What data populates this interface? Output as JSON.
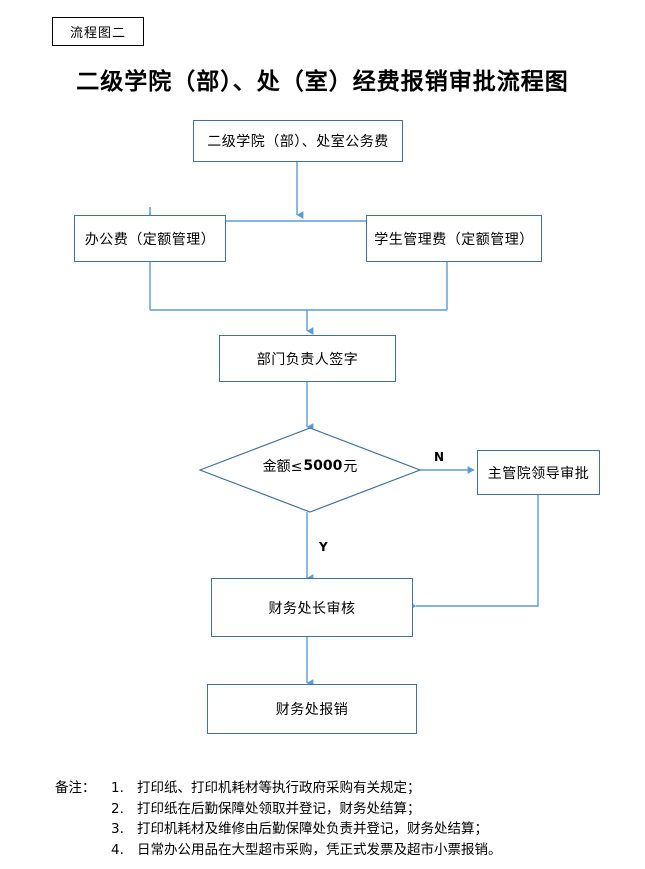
{
  "document": {
    "tag_label": "流程图二",
    "title": "二级学院（部）、处（室）经费报销审批流程图"
  },
  "colors": {
    "node_border": "#41719C",
    "connector": "#5B9BD5",
    "text": "#000000",
    "background": "#FFFFFF"
  },
  "flowchart": {
    "type": "flowchart",
    "nodes": [
      {
        "id": "n1",
        "shape": "rect",
        "label": "二级学院（部）、处室公务费"
      },
      {
        "id": "n2",
        "shape": "rect",
        "label": "办公费（定额管理）"
      },
      {
        "id": "n3",
        "shape": "rect",
        "label": "学生管理费（定额管理）"
      },
      {
        "id": "n4",
        "shape": "rect",
        "label": "部门负责人签字"
      },
      {
        "id": "n5",
        "shape": "diamond",
        "label": "金额≤5000元",
        "label_prefix": "金额≤",
        "label_amount": "5000",
        "label_suffix": "元"
      },
      {
        "id": "n6",
        "shape": "rect",
        "label": "主管院领导审批"
      },
      {
        "id": "n7",
        "shape": "rect",
        "label": "财务处长审核"
      },
      {
        "id": "n8",
        "shape": "rect",
        "label": "财务处报销"
      }
    ],
    "edge_labels": {
      "no": "N",
      "yes": "Y"
    }
  },
  "notes": {
    "lead": "备注：",
    "items": [
      {
        "num": "1.",
        "text": "打印纸、打印机耗材等执行政府采购有关规定；"
      },
      {
        "num": "2.",
        "text": "打印纸在后勤保障处领取并登记，财务处结算；"
      },
      {
        "num": "3.",
        "text": "打印机耗材及维修由后勤保障处负责并登记，财务处结算；"
      },
      {
        "num": "4.",
        "text": "日常办公用品在大型超市采购，凭正式发票及超市小票报销。"
      }
    ]
  }
}
